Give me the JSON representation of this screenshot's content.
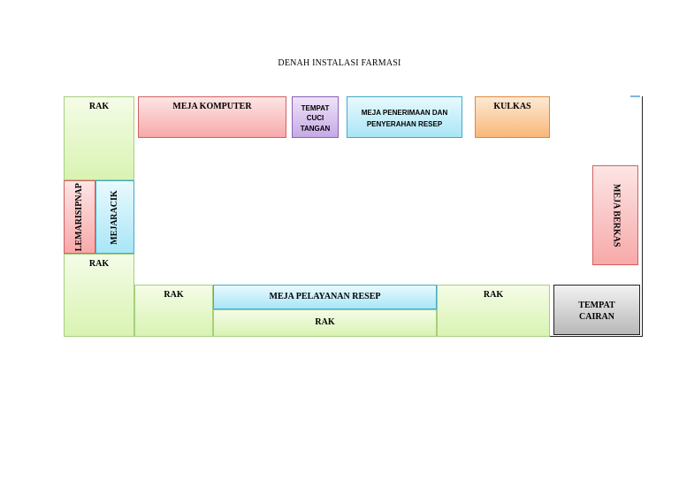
{
  "diagram": {
    "title": "DENAH INSTALASI FARMASI",
    "rak_top_left": "RAK",
    "meja_komputer": "MEJA KOMPUTER",
    "tempat_cuci_tangan": [
      "TEMPAT",
      "CUCI",
      "TANGAN"
    ],
    "meja_penerimaan": [
      "MEJA PENERIMAAN DAN",
      "PENYERAHAN RESEP"
    ],
    "kulkas": "KULKAS",
    "lemari_sipnap": [
      "LEMARI",
      "SIPNAP"
    ],
    "meja_racik": [
      "MEJA",
      "RACIK"
    ],
    "meja_berkas": "MEJA BERKAS",
    "rak_mid_left": "RAK",
    "rak_bottom_1": "RAK",
    "meja_pelayanan_resep": "MEJA PELAYANAN RESEP",
    "rak_bottom_center": "RAK",
    "rak_bottom_3": "RAK",
    "tempat_cairan": [
      "TEMPAT",
      "CAIRAN"
    ],
    "colors": {
      "green": "#d9f3b2",
      "pink": "#f7a9a9",
      "purple": "#c6a9e6",
      "cyan": "#a9e6f6",
      "orange": "#f9b778",
      "gray": "#b8b8b8"
    }
  }
}
